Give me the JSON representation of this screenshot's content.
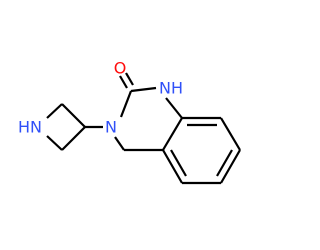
{
  "molecule": {
    "atom_labels": [
      {
        "id": "o-carbonyl",
        "element": "O",
        "text": "O",
        "color": "#ff0d0d"
      },
      {
        "id": "n-amide-h",
        "element": "N",
        "text": "N",
        "color": "#3050f8"
      },
      {
        "id": "h-amide",
        "element": "H",
        "text": "H",
        "color": "#3050f8"
      },
      {
        "id": "n-ring",
        "element": "N",
        "text": "N",
        "color": "#3050f8"
      },
      {
        "id": "n-azetidine-h",
        "element": "N",
        "text": "HN",
        "color": "#3050f8"
      }
    ],
    "bond_color": "#000000"
  }
}
